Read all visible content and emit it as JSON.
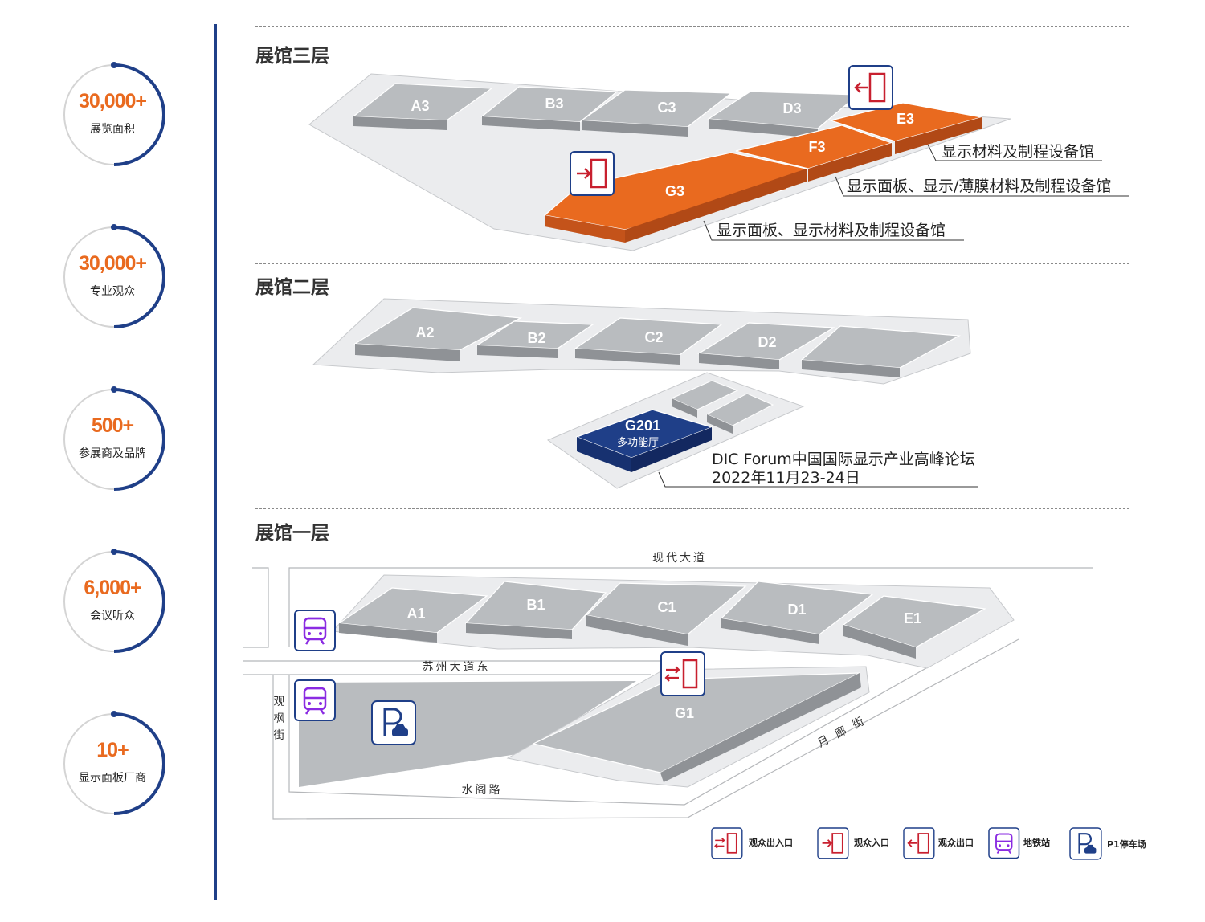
{
  "stats": [
    {
      "number": "30,000+",
      "label": "展览面积"
    },
    {
      "number": "30,000+",
      "label": "专业观众"
    },
    {
      "number": "500+",
      "label": "参展商及品牌"
    },
    {
      "number": "6,000+",
      "label": "会议听众"
    },
    {
      "number": "10+",
      "label": "显示面板厂商"
    }
  ],
  "floors": {
    "third": {
      "title": "展馆三层",
      "halls": [
        "A3",
        "B3",
        "C3",
        "D3",
        "E3",
        "F3",
        "G3"
      ],
      "annotations": [
        "显示材料及制程设备馆",
        "显示面板、显示/薄膜材料及制程设备馆",
        "显示面板、显示材料及制程设备馆"
      ]
    },
    "second": {
      "title": "展馆二层",
      "halls": [
        "A2",
        "B2",
        "C2",
        "D2"
      ],
      "hall_g201": "G201",
      "hall_g201_sub": "多功能厅",
      "forum_line1": "DIC Forum中国国际显示产业高峰论坛",
      "forum_line2": "2022年11月23-24日"
    },
    "first": {
      "title": "展馆一层",
      "halls": [
        "A1",
        "B1",
        "C1",
        "D1",
        "E1",
        "G1"
      ],
      "streets": {
        "xiandai": "现代大道",
        "suzhou": "苏州大道东",
        "guanfeng_1": "观",
        "guanfeng_2": "枫",
        "guanfeng_3": "街",
        "shuige": "水阁路",
        "yuelang": "月 廊 街"
      }
    }
  },
  "legend": [
    {
      "icon": "entrance-exit-icon",
      "label": "观众出入口"
    },
    {
      "icon": "entrance-icon",
      "label": "观众入口"
    },
    {
      "icon": "exit-icon",
      "label": "观众出口"
    },
    {
      "icon": "metro-icon",
      "label": "地铁站"
    },
    {
      "icon": "parking-icon",
      "label": "P1停车场"
    }
  ],
  "colors": {
    "accent_orange": "#e96a1f",
    "navy": "#1f3f88",
    "hall_gray": "#b9bcbf",
    "door_red": "#c8202f",
    "metro_purple": "#8a2be2"
  }
}
